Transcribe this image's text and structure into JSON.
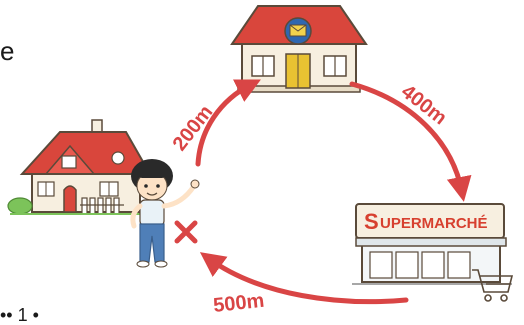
{
  "distances": {
    "house_to_post_office": "200m",
    "post_office_to_supermarket": "400m",
    "supermarket_to_house": "500m"
  },
  "supermarket_sign": {
    "initial": "S",
    "rest": "UPERMARCHÉ"
  },
  "cropped_text": {
    "top_fragment": "e",
    "bottom_fragment": "•• 1 •"
  },
  "colors": {
    "arrow": "#d94545",
    "roof": "#d9463c",
    "sign_red": "#d7402f",
    "wall": "#f7efe0",
    "door": "#e9c232",
    "envelope": "#f3d24d",
    "outline": "#5a4a3a",
    "grass": "#7cc35a"
  },
  "icons": [
    "house-icon",
    "post-office-icon",
    "envelope-icon",
    "supermarket-icon",
    "shopping-cart-icon",
    "child-figure-icon",
    "cross-mark-icon"
  ]
}
